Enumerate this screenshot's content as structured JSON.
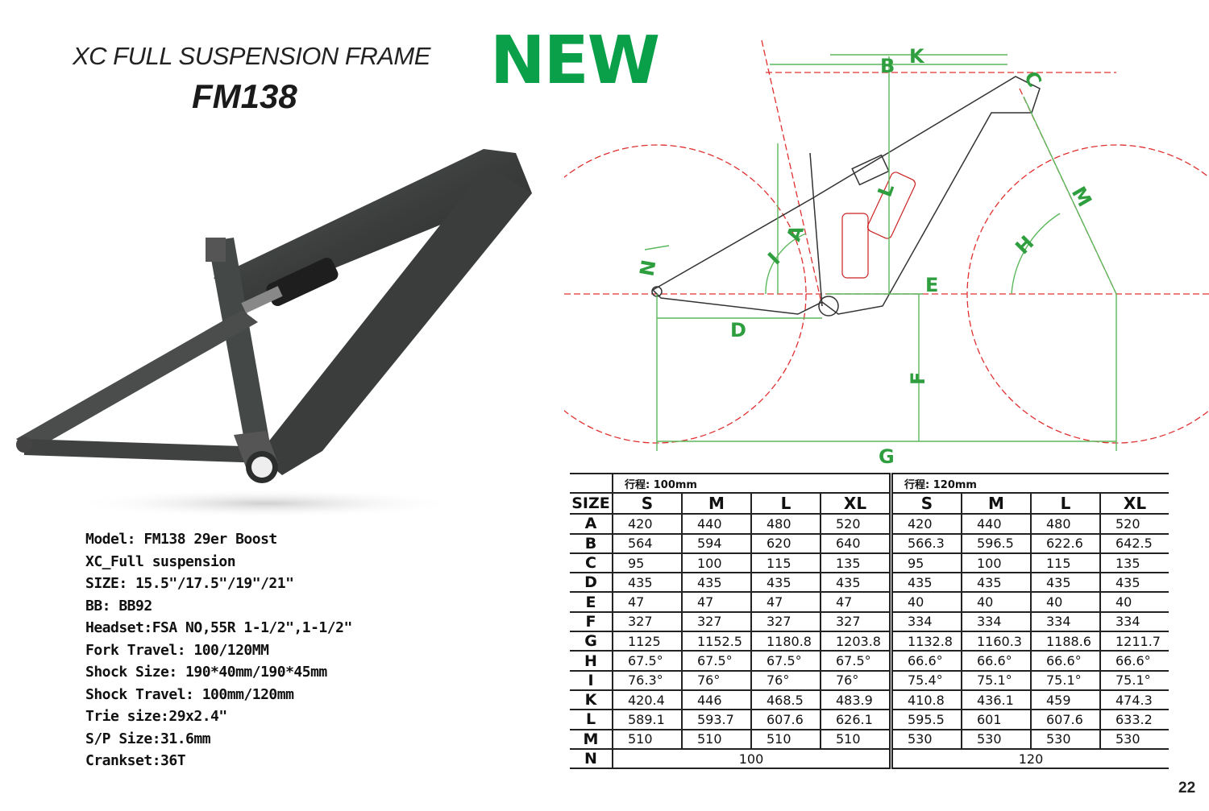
{
  "header": {
    "subtitle": "XC FULL SUSPENSION FRAME",
    "model": "FM138",
    "badge": "NEW"
  },
  "colors": {
    "badge": "#0aa04a",
    "dimension_lines": "#5cb85c",
    "wheel_lines": "#e03030"
  },
  "geometry_labels": [
    "A",
    "B",
    "C",
    "D",
    "E",
    "F",
    "G",
    "H",
    "I",
    "K",
    "L",
    "M",
    "N"
  ],
  "specs": [
    "Model: FM138 29er Boost",
    "XC_Full suspension",
    "SIZE: 15.5\"/17.5\"/19\"/21\"",
    "BB: BB92",
    "Headset:FSA NO,55R 1-1/2\",1-1/2\"",
    "Fork Travel: 100/120MM",
    "Shock Size: 190*40mm/190*45mm",
    "Shock Travel: 100mm/120mm",
    "Trie size:29x2.4\"",
    "S/P Size:31.6mm",
    "Crankset:36T"
  ],
  "table": {
    "travel_100": "行程: 100mm",
    "travel_120": "行程: 120mm",
    "size_label": "SIZE",
    "sizes": [
      "S",
      "M",
      "L",
      "XL"
    ],
    "rows": [
      {
        "label": "A",
        "t100": [
          "420",
          "440",
          "480",
          "520"
        ],
        "t120": [
          "420",
          "440",
          "480",
          "520"
        ]
      },
      {
        "label": "B",
        "t100": [
          "564",
          "594",
          "620",
          "640"
        ],
        "t120": [
          "566.3",
          "596.5",
          "622.6",
          "642.5"
        ]
      },
      {
        "label": "C",
        "t100": [
          "95",
          "100",
          "115",
          "135"
        ],
        "t120": [
          "95",
          "100",
          "115",
          "135"
        ]
      },
      {
        "label": "D",
        "t100": [
          "435",
          "435",
          "435",
          "435"
        ],
        "t120": [
          "435",
          "435",
          "435",
          "435"
        ]
      },
      {
        "label": "E",
        "t100": [
          "47",
          "47",
          "47",
          "47"
        ],
        "t120": [
          "40",
          "40",
          "40",
          "40"
        ]
      },
      {
        "label": "F",
        "t100": [
          "327",
          "327",
          "327",
          "327"
        ],
        "t120": [
          "334",
          "334",
          "334",
          "334"
        ]
      },
      {
        "label": "G",
        "t100": [
          "1125",
          "1152.5",
          "1180.8",
          "1203.8"
        ],
        "t120": [
          "1132.8",
          "1160.3",
          "1188.6",
          "1211.7"
        ]
      },
      {
        "label": "H",
        "t100": [
          "67.5°",
          "67.5°",
          "67.5°",
          "67.5°"
        ],
        "t120": [
          "66.6°",
          "66.6°",
          "66.6°",
          "66.6°"
        ]
      },
      {
        "label": "I",
        "t100": [
          "76.3°",
          "76°",
          "76°",
          "76°"
        ],
        "t120": [
          "75.4°",
          "75.1°",
          "75.1°",
          "75.1°"
        ]
      },
      {
        "label": "K",
        "t100": [
          "420.4",
          "446",
          "468.5",
          "483.9"
        ],
        "t120": [
          "410.8",
          "436.1",
          "459",
          "474.3"
        ]
      },
      {
        "label": "L",
        "t100": [
          "589.1",
          "593.7",
          "607.6",
          "626.1"
        ],
        "t120": [
          "595.5",
          "601",
          "607.6",
          "633.2"
        ]
      },
      {
        "label": "M",
        "t100": [
          "510",
          "510",
          "510",
          "510"
        ],
        "t120": [
          "530",
          "530",
          "530",
          "530"
        ]
      }
    ],
    "n_row": {
      "label": "N",
      "t100": "100",
      "t120": "120"
    }
  },
  "page_number": "22"
}
